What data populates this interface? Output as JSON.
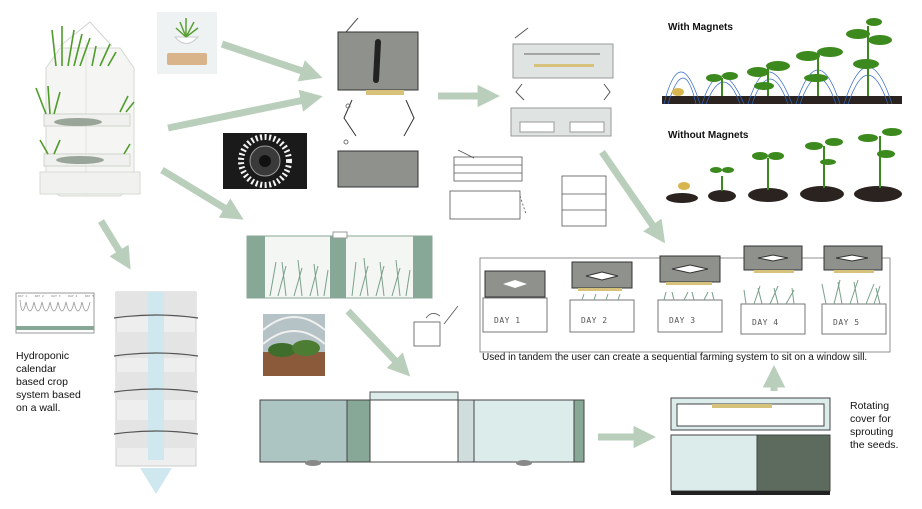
{
  "headings": {
    "with_magnets": "With Magnets",
    "without_magnets": "Without Magnets"
  },
  "captions": {
    "hydroponic": [
      "Hydroponic",
      "calendar",
      "based crop",
      "system based",
      "on a wall."
    ],
    "tandem": "Used in tandem the user can create a sequential farming system to sit on a window sill.",
    "rotating": [
      "Rotating",
      "cover for",
      "sprouting",
      "the seeds."
    ]
  },
  "day_labels": [
    "DAY 1",
    "DAY 2",
    "DAY 3",
    "DAY 4",
    "DAY 5"
  ],
  "mini_chart_labels": [
    "DAY 1",
    "DAY 2",
    "DAY 3",
    "DAY 4",
    "DAY 5"
  ],
  "colors": {
    "arrow": "#b9cfbb",
    "panel_grey": "#8e918c",
    "panel_dark": "#6d726d",
    "green_panel": "#87a896",
    "light_teal": "#dcecea",
    "dark_green": "#5d6b5f",
    "soil": "#2b2320",
    "leaf": "#3c8a1e",
    "water": "#cfe7ee"
  }
}
